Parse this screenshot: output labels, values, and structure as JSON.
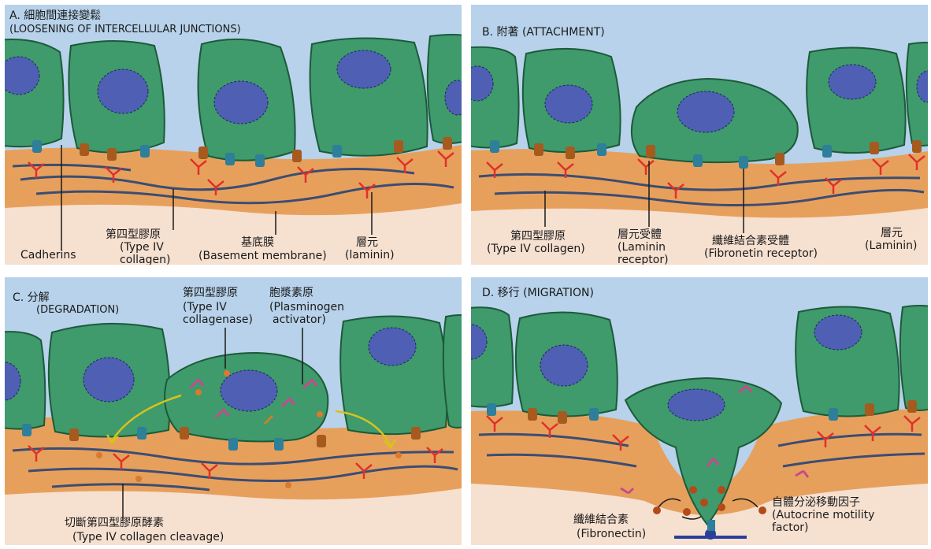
{
  "colors": {
    "sky": "#b7d2ea",
    "cell": "#3f9a6c",
    "cell_edge": "#1c5a3a",
    "nucleus": "#4f5fb4",
    "membrane": "#e7a05c",
    "membrane_dark": "#c9722e",
    "matrix": "#f6e0d0",
    "fiber": "#3b4d73",
    "laminin": "#e0302a",
    "cadherin": "#2d7f9a",
    "receptor": "#a65a1e",
    "arrow": "#d8c21c",
    "enzyme": "#c64a8c"
  },
  "panels": {
    "a": {
      "title": "A. 細胞間連接變鬆",
      "subtitle": "(LOOSENING OF INTERCELLULAR JUNCTIONS)",
      "labels": {
        "cadherins": "Cadherins",
        "collagen_zh": "第四型膠原",
        "collagen_en1": "(Type IV",
        "collagen_en2": "collagen)",
        "bm_zh": "基底膜",
        "bm_en": "(Basement membrane)",
        "laminin_zh": "層元",
        "laminin_en": "(laminin)"
      }
    },
    "b": {
      "title": "B. 附著 (ATTACHMENT)",
      "labels": {
        "collagen_zh": "第四型膠原",
        "collagen_en": "(Type IV collagen)",
        "lamrec_zh": "層元受體",
        "lamrec_en1": "(Laminin",
        "lamrec_en2": "receptor)",
        "fibrec_zh": "纖維結合素受體",
        "fibrec_en": "(Fibronetin receptor)",
        "laminin_zh": "層元",
        "laminin_en": "(Laminin)"
      }
    },
    "c": {
      "title": "C. 分解",
      "subtitle": "(DEGRADATION)",
      "labels": {
        "collagenase_zh": "第四型膠原",
        "collagenase_en1": "(Type IV",
        "collagenase_en2": "collagenase)",
        "plasm_zh": "胞漿素原",
        "plasm_en1": "(Plasminogen",
        "plasm_en2": "activator)",
        "cleavage_zh": "切斷第四型膠原酵素",
        "cleavage_en": "(Type IV collagen cleavage)"
      }
    },
    "d": {
      "title": "D. 移行 (MIGRATION)",
      "labels": {
        "autocrine_zh": "自體分泌移動因子",
        "autocrine_en1": "(Autocrine motility",
        "autocrine_en2": "factor)",
        "fibronectin_zh": "纖維結合素",
        "fibronectin_en": "(Fibronectin)"
      }
    }
  }
}
